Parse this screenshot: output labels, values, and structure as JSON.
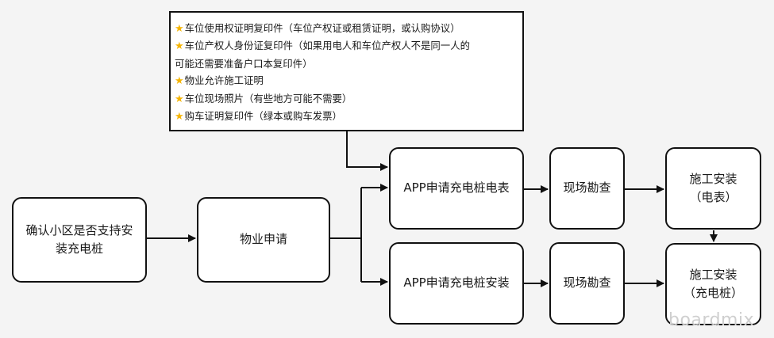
{
  "note": {
    "lines": [
      {
        "icon": "star-icon",
        "text": "车位使用权证明复印件（车位产权证或租赁证明，或认购协议）"
      },
      {
        "icon": "star-icon",
        "text": "车位产权人身份证复印件（如果用电人和车位产权人不是同一人的"
      },
      {
        "icon": "",
        "text": "可能还需要准备户口本复印件）"
      },
      {
        "icon": "star-icon",
        "text": "物业允许施工证明"
      },
      {
        "icon": "star-icon",
        "text": "车位现场照片（有些地方可能不需要）"
      },
      {
        "icon": "star-icon",
        "text": "购车证明复印件（绿本或购车发票）"
      }
    ]
  },
  "nodes": {
    "confirm": [
      "确认小区是否支持安",
      "装充电桩"
    ],
    "property": "物业申请",
    "app_meter": "APP申请充电桩电表",
    "app_install": "APP申请充电桩安装",
    "survey_top": "现场勘查",
    "survey_bottom": "现场勘查",
    "install_meter": [
      "施工安装",
      "（电表）"
    ],
    "install_pile": [
      "施工安装",
      "（充电桩）"
    ]
  },
  "watermark": "boardmix",
  "colors": {
    "star": "#f5b400",
    "border": "#111111",
    "background": "#f4f4f4"
  }
}
